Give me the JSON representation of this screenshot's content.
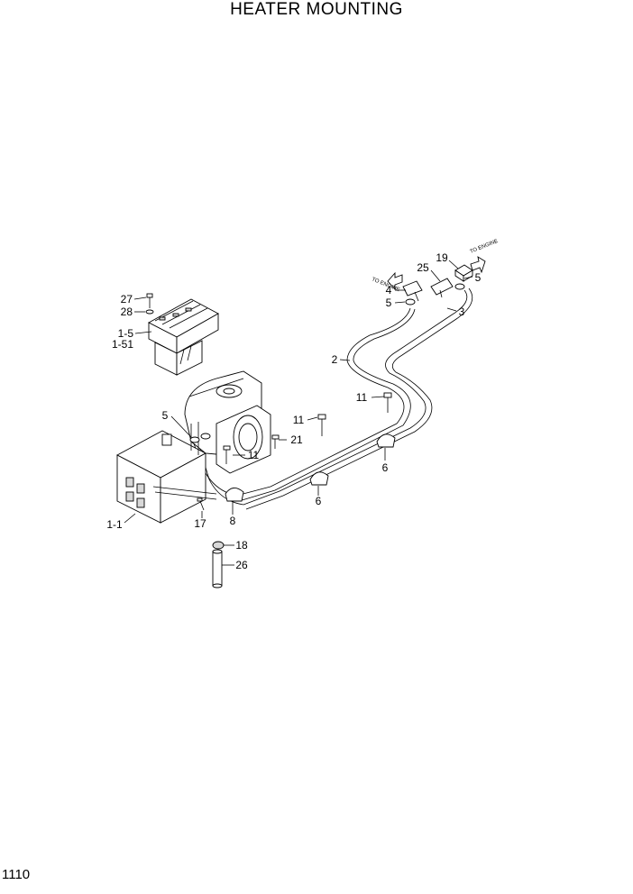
{
  "title": "HEATER MOUNTING",
  "page_number": "1110",
  "notes": {
    "to_engine_left": "TO ENGINE",
    "to_engine_right": "TO ENGINE"
  },
  "callouts": {
    "c27": "27",
    "c28": "28",
    "c1_5": "1-5",
    "c1_51": "1-51",
    "c19": "19",
    "c25": "25",
    "c5_right": "5",
    "c4": "4",
    "c5_mid": "5",
    "c3": "3",
    "c2": "2",
    "c11_top": "11",
    "c11_mid": "11",
    "c21": "21",
    "c11_low": "11",
    "c5_left": "5",
    "c6_right": "6",
    "c6_left": "6",
    "c8": "8",
    "c17": "17",
    "c1_1": "1-1",
    "c18": "18",
    "c26": "26"
  }
}
